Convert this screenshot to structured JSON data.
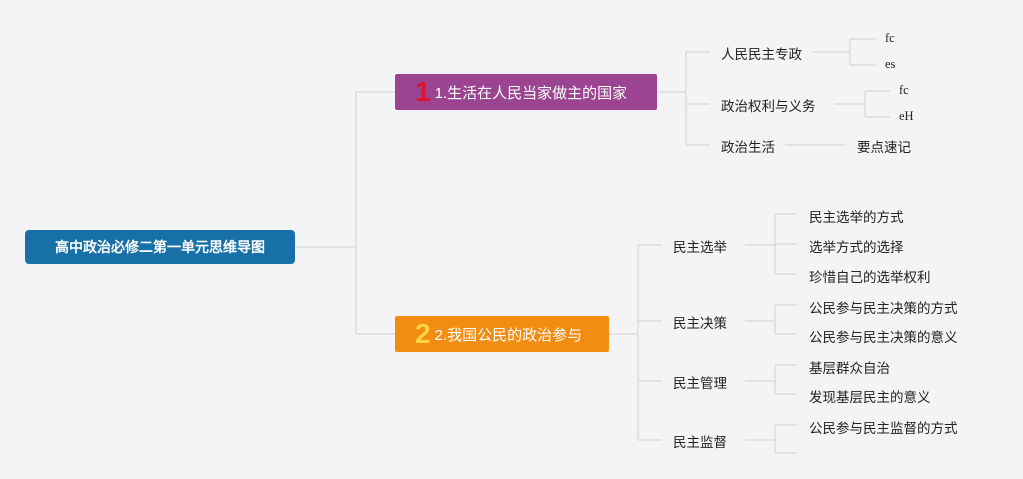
{
  "root": {
    "label": "高中政治必修二第一单元思维导图"
  },
  "branches": [
    {
      "number": "1",
      "label": "1.生活在人民当家做主的国家",
      "children": [
        {
          "label": "人民民主专政",
          "children": [
            "fc",
            "es"
          ]
        },
        {
          "label": "政治权利与义务",
          "children": [
            "fc",
            "eH"
          ]
        },
        {
          "label": "政治生活",
          "children": [
            "要点速记"
          ]
        }
      ]
    },
    {
      "number": "2",
      "label": "2.我国公民的政治参与",
      "children": [
        {
          "label": "民主选举",
          "children": [
            "民主选举的方式",
            "选举方式的选择",
            "珍惜自己的选举权利"
          ]
        },
        {
          "label": "民主决策",
          "children": [
            "公民参与民主决策的方式",
            "公民参与民主决策的意义"
          ]
        },
        {
          "label": "民主管理",
          "children": [
            "基层群众自治",
            "发现基层民主的意义"
          ]
        },
        {
          "label": "民主监督",
          "children": [
            "公民参与民主监督的方式",
            ""
          ]
        }
      ]
    }
  ],
  "colors": {
    "root": "#1870a8",
    "branch1": "#9b4592",
    "branch2": "#f28d12",
    "number1": "#e0112b",
    "number2": "#ffd24a",
    "line": "#d6d6da"
  }
}
